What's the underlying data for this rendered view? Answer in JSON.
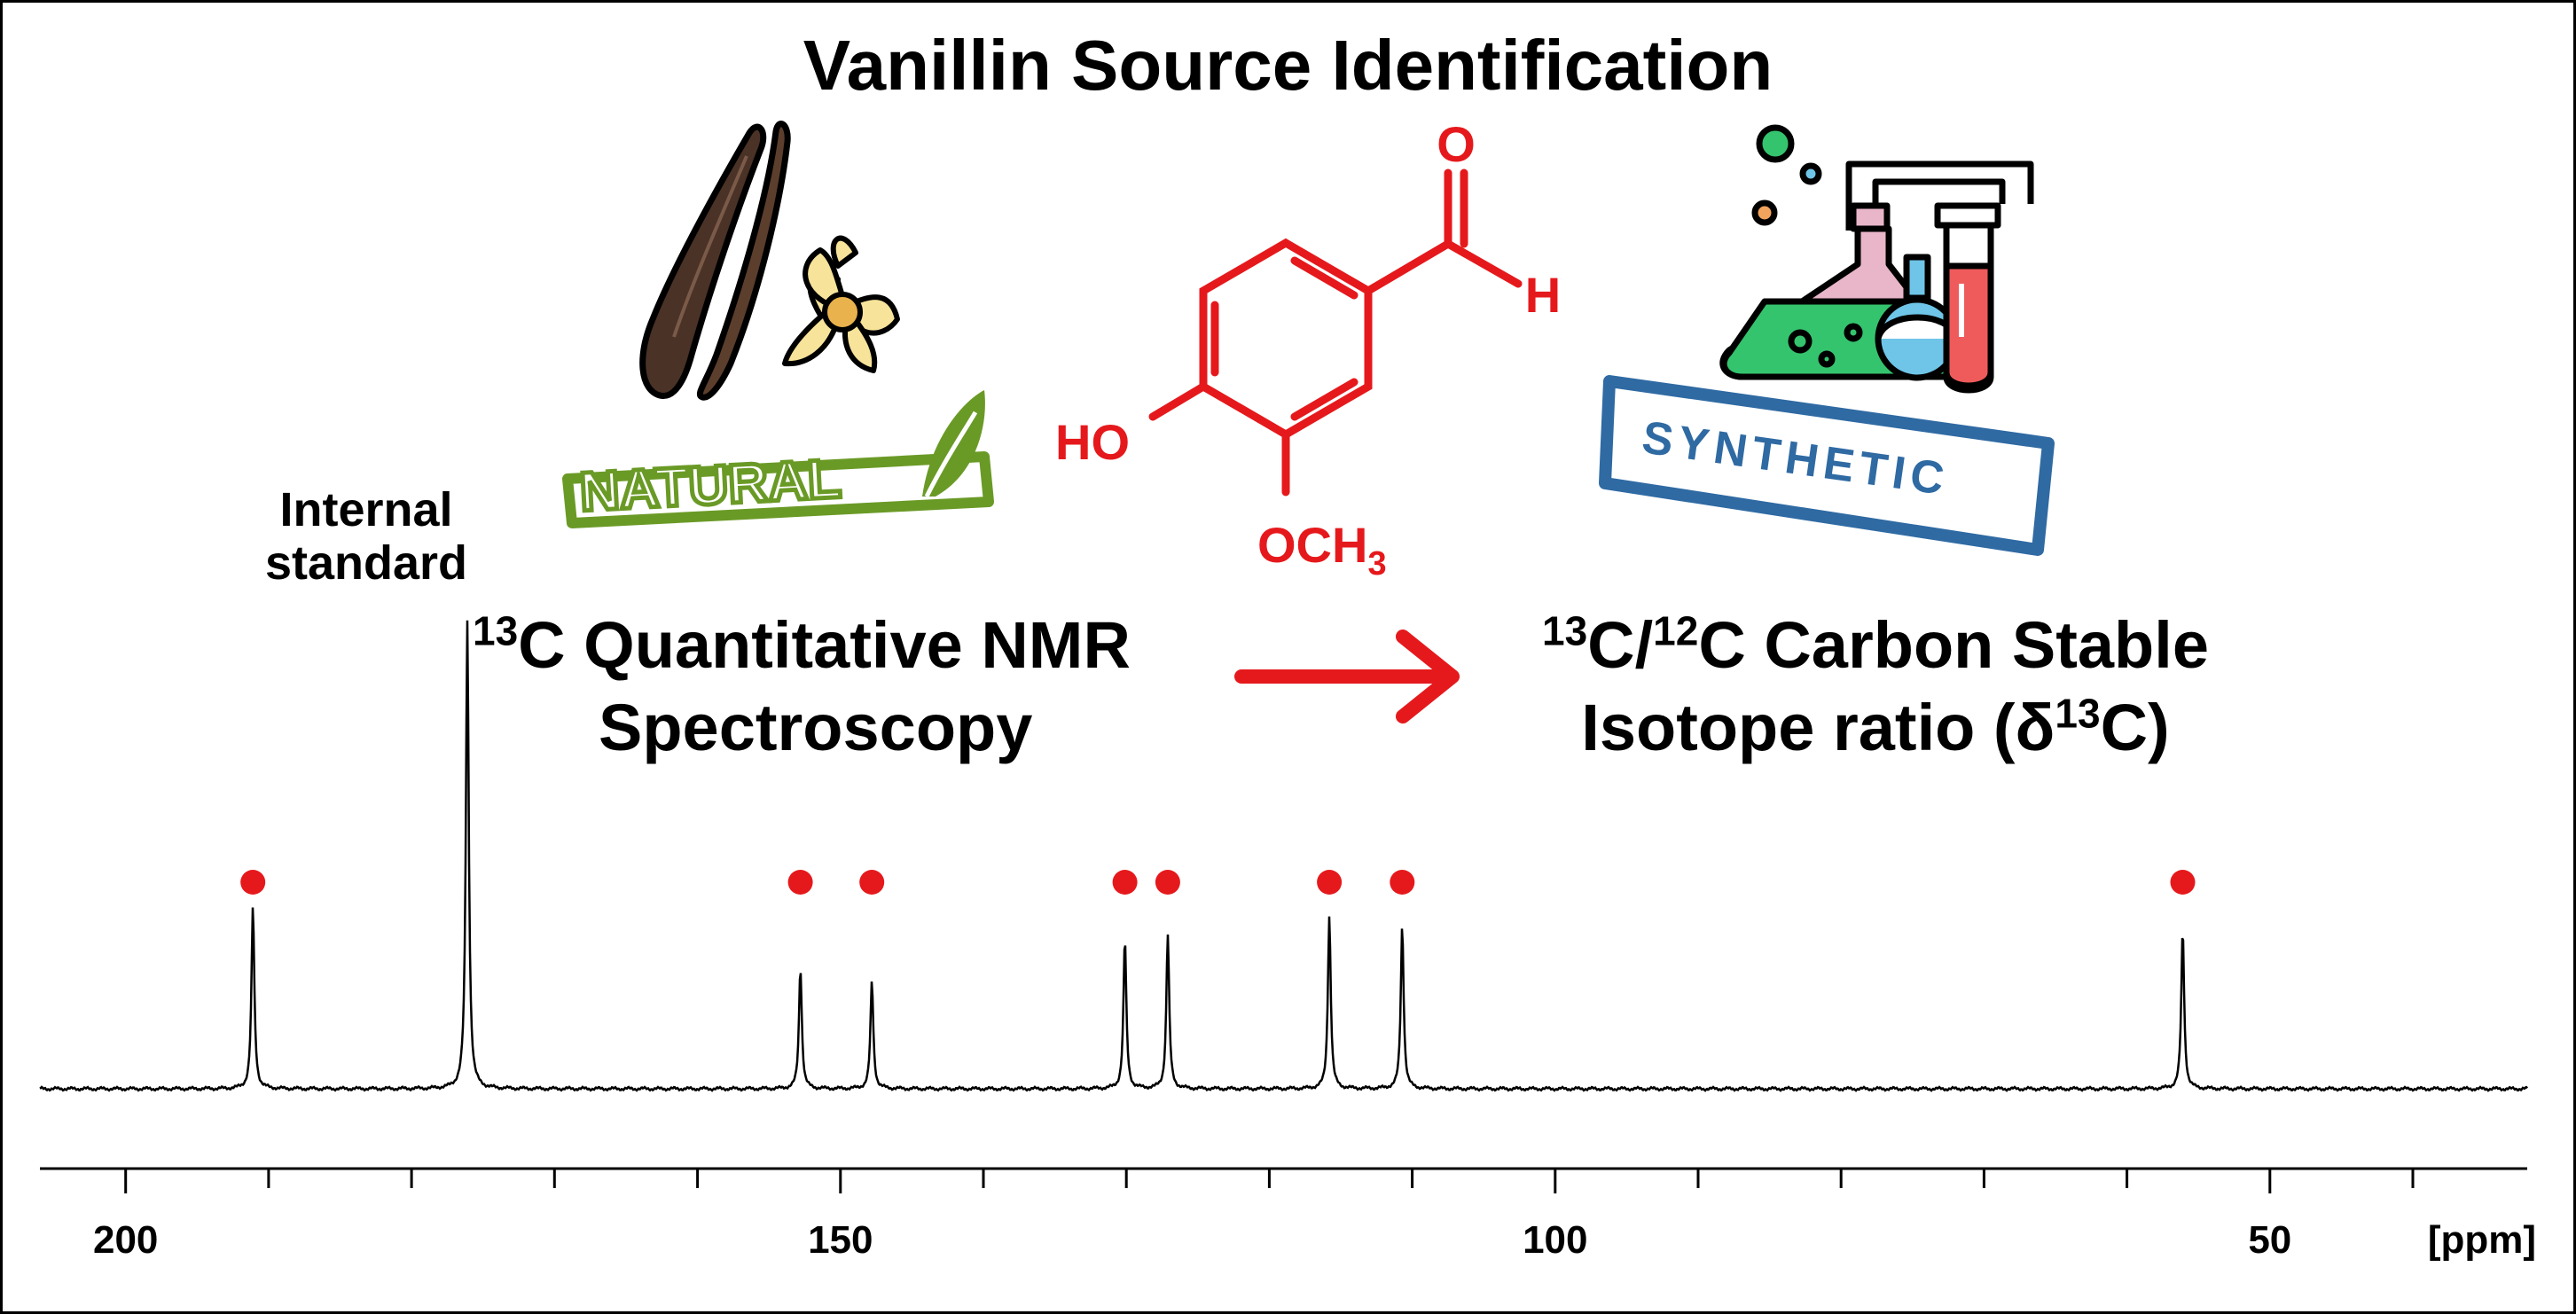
{
  "title": "Vanillin Source Identification",
  "labels": {
    "internal_standard": [
      "Internal",
      "standard"
    ],
    "nmr_sup": "13",
    "nmr_line1": "C Quantitative NMR",
    "nmr_line2": "Spectroscopy",
    "irms_sup1": "13",
    "irms_mid": "C/",
    "irms_sup2": "12",
    "irms_line1": "C Carbon Stable",
    "irms_line2a": "Isotope ratio (δ",
    "irms_sup3": "13",
    "irms_line2b": "C)",
    "natural_stamp": "NATURAL",
    "synthetic_stamp": "SYNTHETIC"
  },
  "molecule": {
    "aldehyde_O": "O",
    "aldehyde_H": "H",
    "hydroxyl": "HO",
    "methoxy": "OCH",
    "methoxy_sub": "3"
  },
  "colors": {
    "red": "#e5191c",
    "natural_green": "#6a9a26",
    "synthetic_blue": "#2f6aa3",
    "pod_brown": "#4a3226",
    "flower_yellow": "#f7e39a",
    "flask_green": "#35c46e",
    "flask_pink": "#e8b5c9",
    "flask_blue": "#6fc5e8",
    "tube_red": "#ef5b5b"
  },
  "icons": [
    "vanilla-pod-icon",
    "vanilla-flower-icon",
    "leaf-icon",
    "lab-glassware-icon"
  ],
  "chart_data": {
    "type": "line",
    "xlabel": "[ppm]",
    "x_reversed": true,
    "xlim": [
      206,
      32
    ],
    "x_major_ticks": [
      200,
      150,
      100,
      50
    ],
    "x_minor_step": 10,
    "peaks": [
      {
        "ppm": 191.1,
        "height": 0.39,
        "marked": true
      },
      {
        "ppm": 176.1,
        "height": 1.0,
        "marked": false,
        "label": "Internal standard"
      },
      {
        "ppm": 152.8,
        "height": 0.26,
        "marked": true
      },
      {
        "ppm": 147.8,
        "height": 0.23,
        "marked": true
      },
      {
        "ppm": 130.1,
        "height": 0.32,
        "marked": true
      },
      {
        "ppm": 127.1,
        "height": 0.33,
        "marked": true
      },
      {
        "ppm": 115.8,
        "height": 0.37,
        "marked": true
      },
      {
        "ppm": 110.7,
        "height": 0.35,
        "marked": true
      },
      {
        "ppm": 56.1,
        "height": 0.34,
        "marked": true
      }
    ]
  }
}
